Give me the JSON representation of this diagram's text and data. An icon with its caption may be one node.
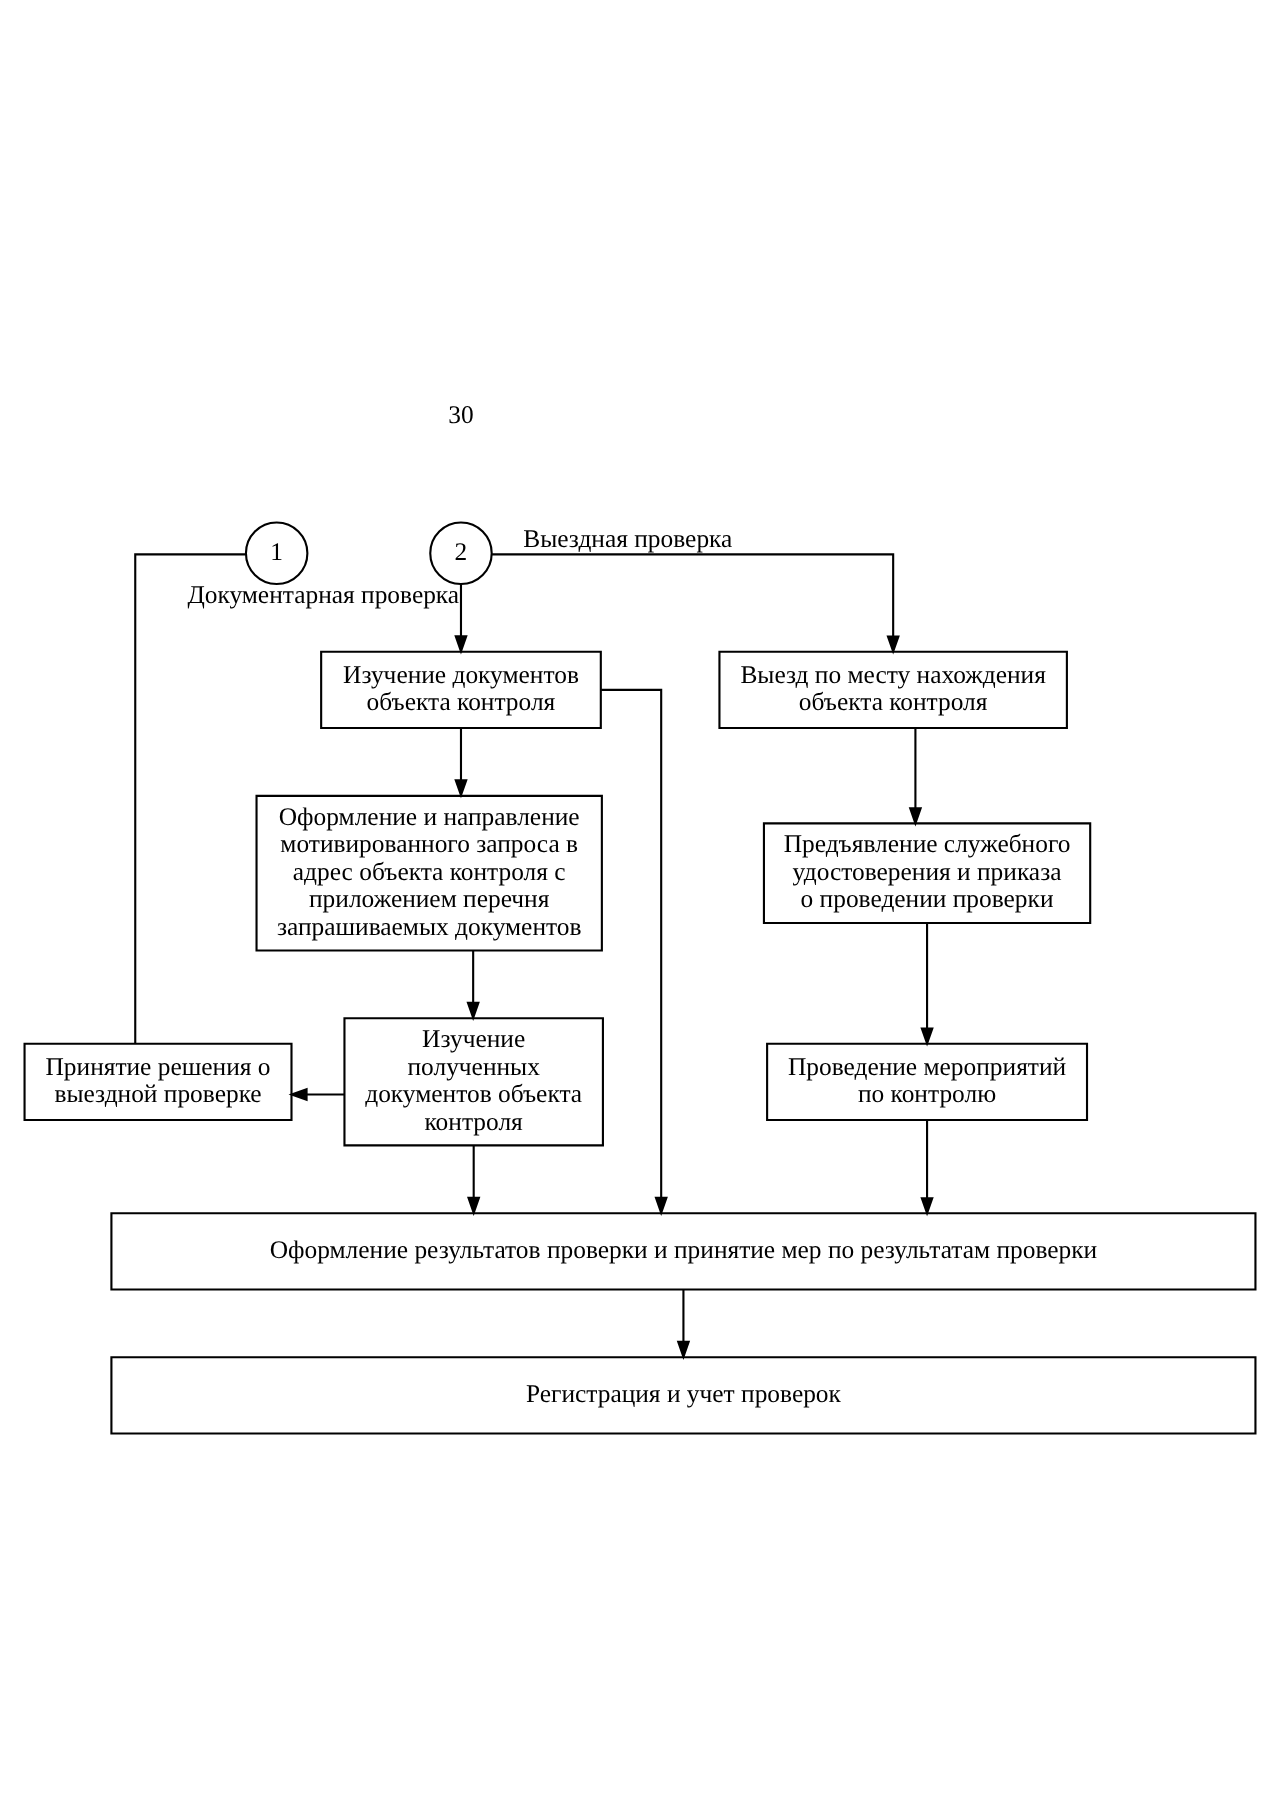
{
  "diagram": {
    "nodes": [
      {
        "text": [
          "1"
        ]
      },
      {
        "text": [
          "2"
        ]
      },
      {
        "text": [
          "Изучение документов объекта контроля"
        ]
      },
      {
        "text": [
          "Выезд по месту нахождения объекта контроля"
        ]
      },
      {
        "text": [
          "Оформление и направление мотивированного запроса в адрес объекта контроля с приложением перечня запрашиваемых документов"
        ]
      },
      {
        "text": [
          "Предъявление служебного удостоверения и приказа о проведении проверки"
        ]
      },
      {
        "text": [
          "Принятие решения о выездной проверке"
        ]
      },
      {
        "text": [
          "Изучение полученных документов объекта контроля"
        ]
      },
      {
        "text": [
          "Проведение мероприятий по контролю"
        ]
      },
      {
        "text": [
          "Оформление результатов проверки и принятие мер по результатам проверки"
        ]
      },
      {
        "text": [
          "Регистрация и учет проверок"
        ]
      }
    ],
    "edges": [
      {
        "from": 1,
        "to": 2,
        "arrow": "to",
        "label": "Документарная проверка"
      },
      {
        "from": 1,
        "to": 3,
        "arrow": "to",
        "label": "Выездная проверка"
      },
      {
        "from": 2,
        "to": 4,
        "arrow": "to"
      },
      {
        "from": 2,
        "to": 9,
        "arrow": "to"
      },
      {
        "from": 3,
        "to": 5,
        "arrow": "to"
      },
      {
        "from": 4,
        "to": 7,
        "arrow": "to"
      },
      {
        "from": 5,
        "to": 8,
        "arrow": "to"
      },
      {
        "from": 7,
        "to": 6,
        "arrow": "to"
      },
      {
        "from": 6,
        "to": 0,
        "arrow": "none"
      },
      {
        "from": 7,
        "to": 9,
        "arrow": "to"
      },
      {
        "from": 8,
        "to": 9,
        "arrow": "to"
      },
      {
        "from": 9,
        "to": 10,
        "arrow": "to"
      }
    ],
    "labels": [
      "30"
    ]
  }
}
